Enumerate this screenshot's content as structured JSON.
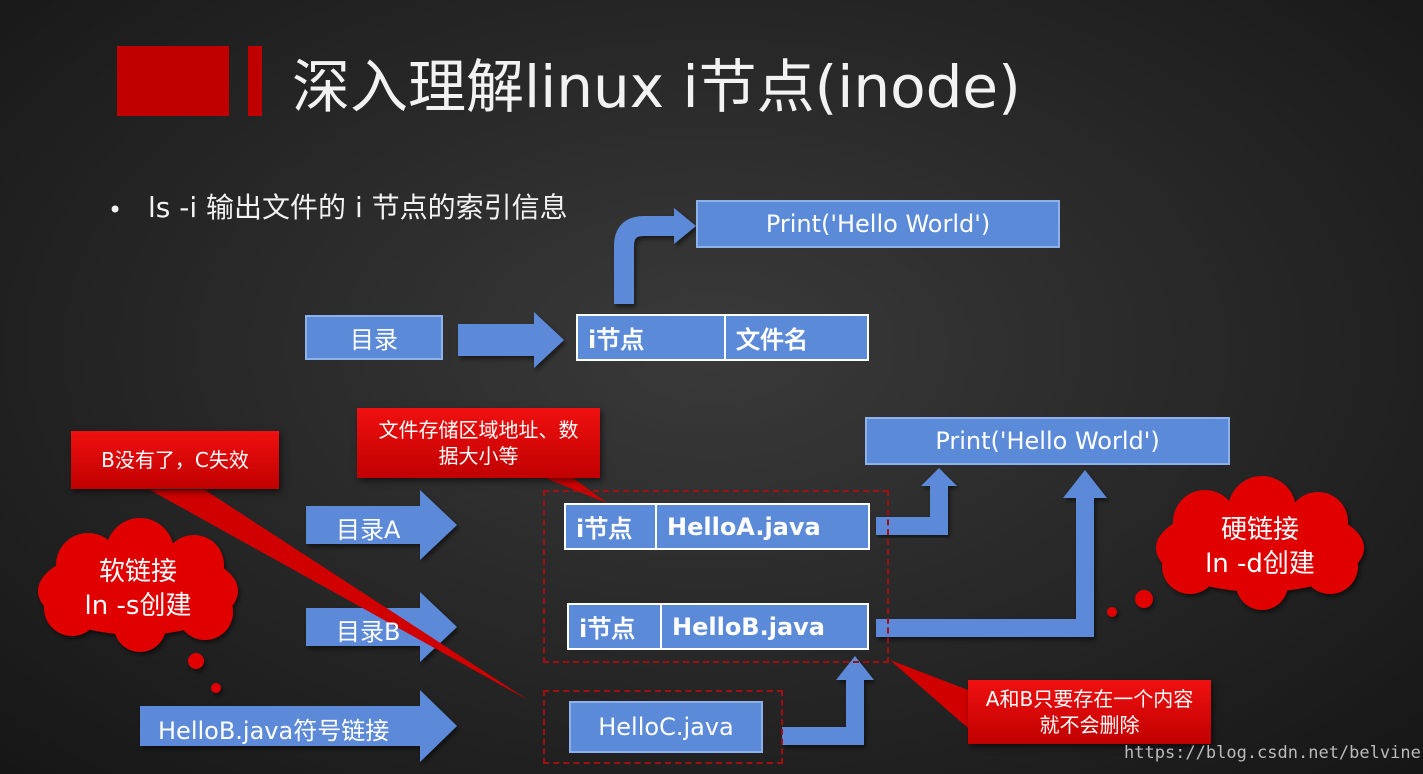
{
  "title": "深入理解linux  i节点(inode)",
  "bullet": "ls -i 输出文件的 i 节点的索引信息",
  "top_diagram": {
    "print_box": "Print('Hello World')",
    "directory": "目录",
    "inode_label": "i节点",
    "filename_label": "文件名"
  },
  "callouts": {
    "inode_info": "文件存储区域地址、数\n据大小等",
    "b_gone": "B没有了，C失效",
    "a_and_b": "A和B只要存在一个内容\n就不会删除"
  },
  "clouds": {
    "soft_link": "软链接\nln -s创建",
    "hard_link": "硬链接\nln -d创建"
  },
  "bottom_diagram": {
    "print_box": "Print('Hello World')",
    "dir_a": "目录A",
    "dir_b": "目录B",
    "symlink_label": "HelloB.java符号链接",
    "row_a": {
      "inode": "i节点",
      "file": "HelloA.java"
    },
    "row_b": {
      "inode": "i节点",
      "file": "HelloB.java"
    },
    "file_c": "HelloC.java"
  },
  "watermark": "https://blog.csdn.net/belvine",
  "colors": {
    "accent_red": "#c00000",
    "box_blue": "#5b8ad8",
    "background": "#2a2a2a"
  }
}
